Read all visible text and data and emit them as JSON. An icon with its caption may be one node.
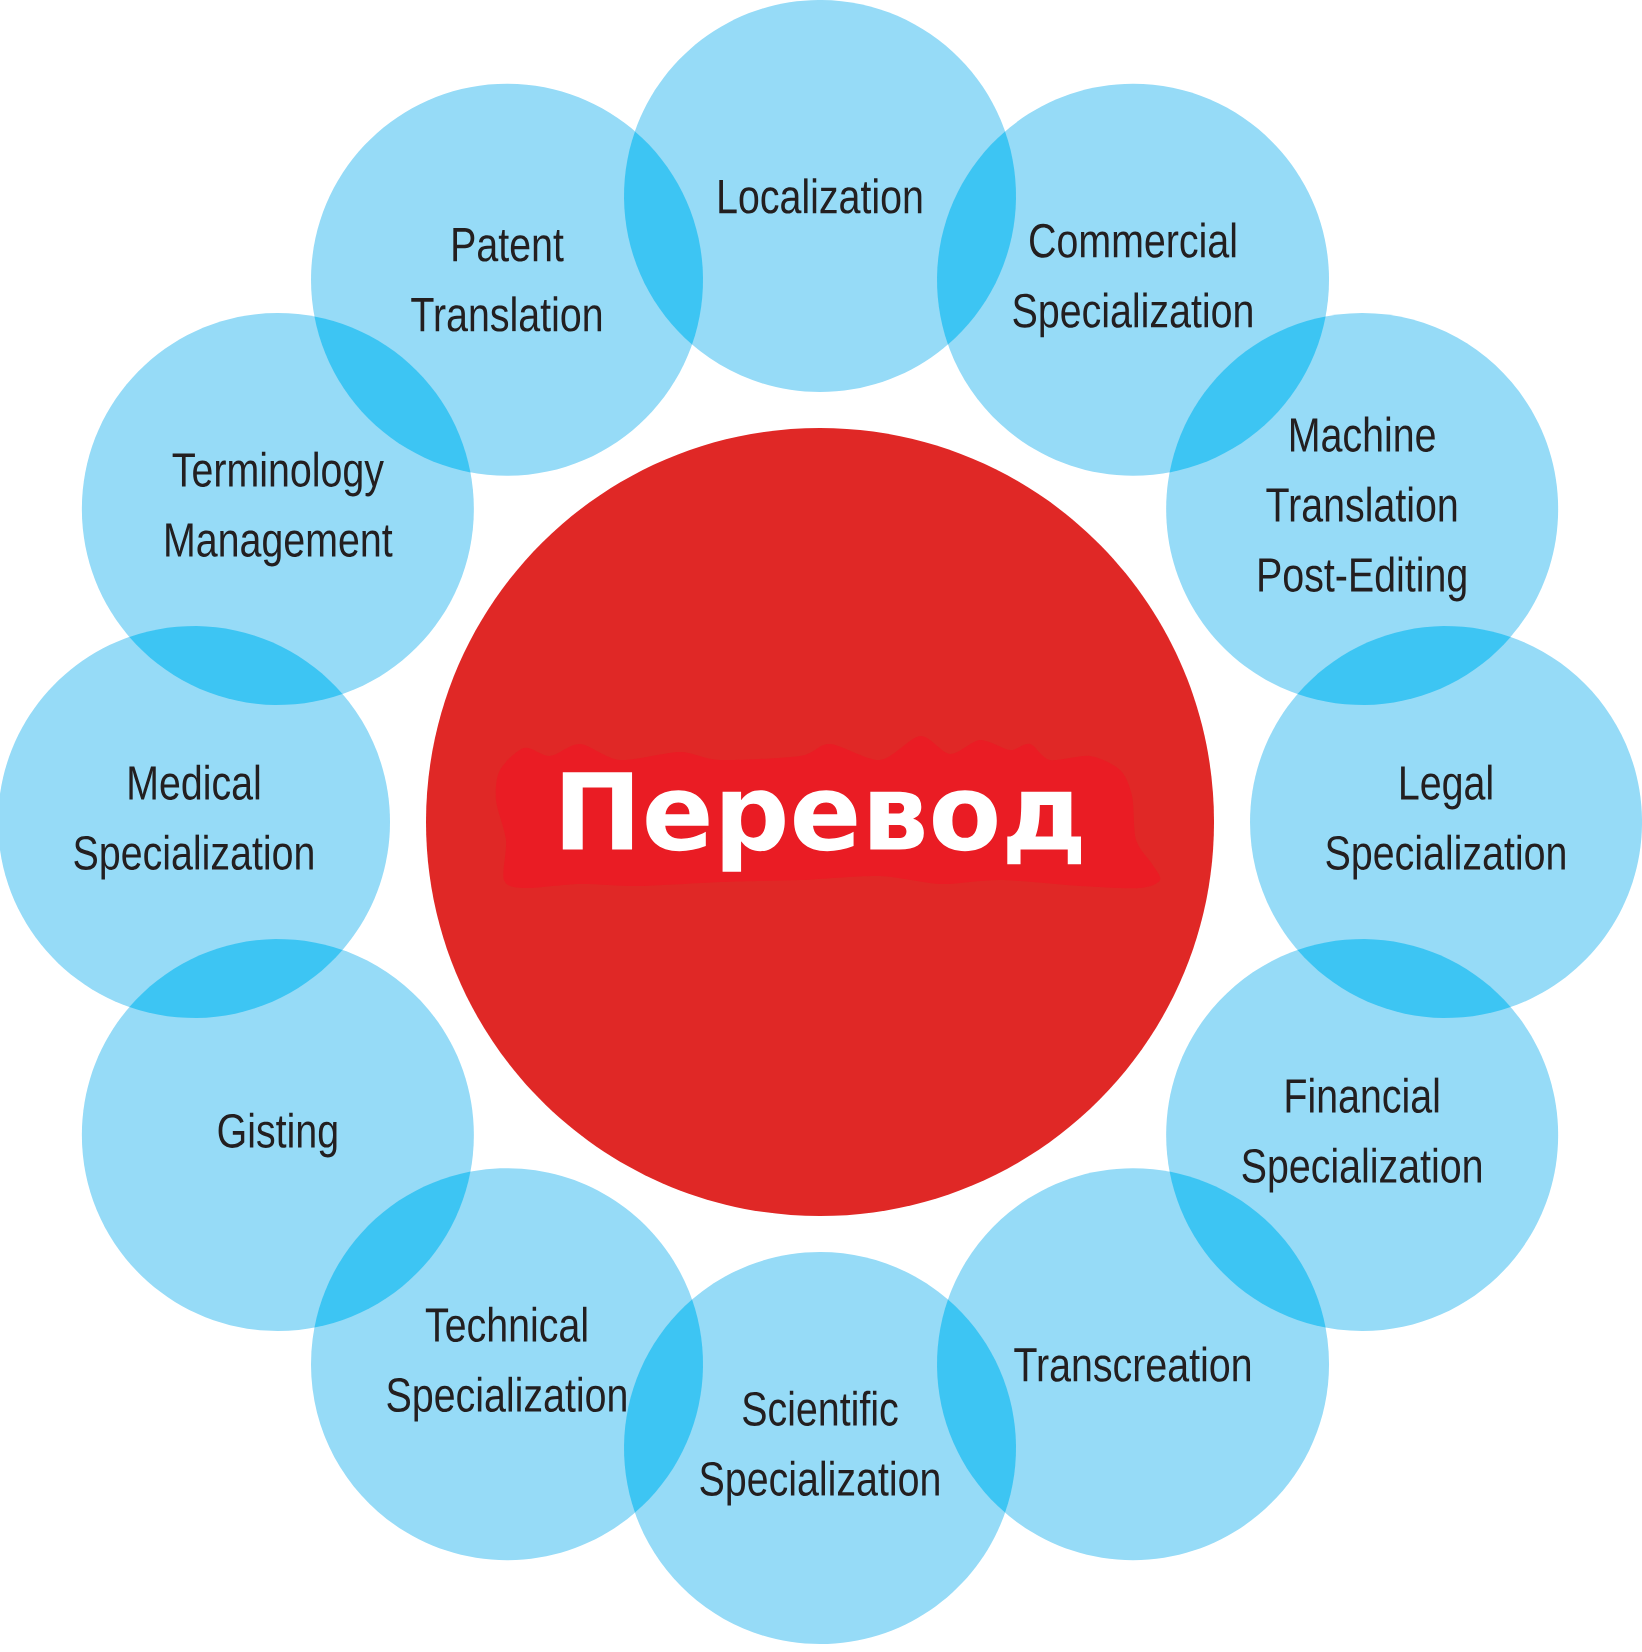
{
  "diagram": {
    "nodes": [
      {
        "text": [
          "Перевод"
        ]
      },
      {
        "text": [
          "Localization"
        ]
      },
      {
        "text": [
          "Commercial Specialization"
        ]
      },
      {
        "text": [
          "Machine Translation Post-Editing"
        ]
      },
      {
        "text": [
          "Legal Specialization"
        ]
      },
      {
        "text": [
          "Financial Specialization"
        ]
      },
      {
        "text": [
          "Transcreation"
        ]
      },
      {
        "text": [
          "Scientific Specialization"
        ]
      },
      {
        "text": [
          "Technical Specialization"
        ]
      },
      {
        "text": [
          "Gisting"
        ]
      },
      {
        "text": [
          "Medical Specialization"
        ]
      },
      {
        "text": [
          "Terminology Management"
        ]
      },
      {
        "text": [
          "Patent Translation"
        ]
      }
    ]
  }
}
